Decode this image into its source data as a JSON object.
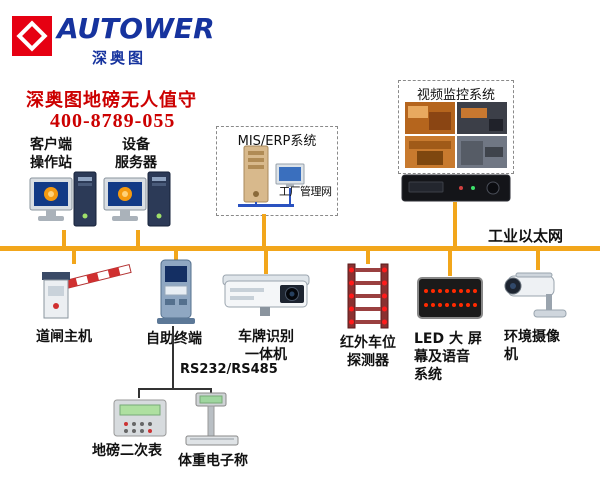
{
  "colors": {
    "bus": "#F2A61B",
    "accent-red": "#CC0000",
    "logo-blue": "#16339E",
    "logo-red": "#E60012"
  },
  "logo": {
    "brand": "AUTOWER",
    "subtitle": "深奥图"
  },
  "header": {
    "title": "深奥图地磅无人值守",
    "phone": "400-8789-055"
  },
  "network": {
    "ethernet_label": "工业以太网",
    "serial_label": "RS232/RS485",
    "management_net_label": "工厂管理网"
  },
  "nodes": {
    "client_station": {
      "lines": [
        "客户端",
        "操作站"
      ]
    },
    "device_server": {
      "lines": [
        "设备",
        "服务器"
      ]
    },
    "mis_erp": {
      "label": "MIS/ERP系统"
    },
    "video_system": {
      "label": "视频监控系统"
    },
    "barrier": {
      "label": "道闸主机"
    },
    "kiosk": {
      "label": "自助终端"
    },
    "lpr": {
      "lines": [
        "车牌识别",
        "一体机"
      ]
    },
    "infrared": {
      "lines": [
        "红外车位",
        "探测器"
      ]
    },
    "led": {
      "lines": [
        "LED 大 屏",
        "幕及语音",
        "系统"
      ]
    },
    "env_camera": {
      "lines": [
        "环境摄像",
        "机"
      ]
    },
    "indicator": {
      "label": "地磅二次表"
    },
    "scale": {
      "label": "体重电子称"
    }
  }
}
